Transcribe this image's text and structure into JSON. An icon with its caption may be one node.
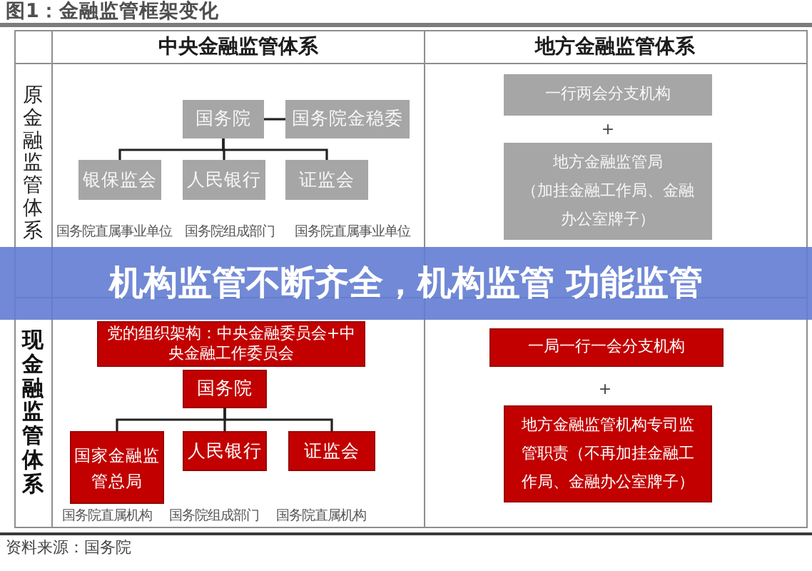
{
  "diagram": {
    "title": "图1：金融监管框架变化",
    "nodes": [
      {
        "text": [
          "国务院"
        ]
      },
      {
        "text": [
          "国务院金稳委"
        ]
      },
      {
        "text": [
          "银保监会"
        ]
      },
      {
        "text": [
          "人民银行"
        ]
      },
      {
        "text": [
          "证监会"
        ]
      },
      {
        "text": [
          "一行两会分支机构"
        ]
      },
      {
        "text": [
          "地方金融监管局",
          "（加挂金融工作局、金融办公室牌子）"
        ]
      },
      {
        "text": [
          "机构监管不断齐全，机构监管 功能监管"
        ]
      },
      {
        "text": [
          "党的组织架构：中央金融委员会+中央金融工作委员会"
        ]
      },
      {
        "text": [
          "国务院"
        ]
      },
      {
        "text": [
          "国家金融监管总局"
        ]
      },
      {
        "text": [
          "人民银行"
        ]
      },
      {
        "text": [
          "证监会"
        ]
      },
      {
        "text": [
          "一局一行一会分支机构"
        ]
      },
      {
        "text": [
          "地方金融监管机构专司监管职责（不再加挂金融工作局、金融办公室牌子）"
        ]
      }
    ],
    "edges": [
      {
        "from": 0,
        "to": 1,
        "arrow": "none"
      },
      {
        "from": 0,
        "to": 2,
        "arrow": "none"
      },
      {
        "from": 0,
        "to": 3,
        "arrow": "none"
      },
      {
        "from": 0,
        "to": 4,
        "arrow": "none"
      },
      {
        "from": 9,
        "to": 10,
        "arrow": "none"
      },
      {
        "from": 9,
        "to": 11,
        "arrow": "none"
      },
      {
        "from": 9,
        "to": 12,
        "arrow": "none"
      }
    ],
    "labels": [
      "中央金融监管体系",
      "地方金融监管体系",
      "原金融监管体系",
      "+",
      "国务院直属事业单位",
      "国务院组成部门",
      "国务院直属事业单位",
      "现金融监管体系",
      "+",
      "国务院直属机构",
      "国务院组成部门",
      "国务院直属机构",
      "资料来源：国务院"
    ]
  }
}
